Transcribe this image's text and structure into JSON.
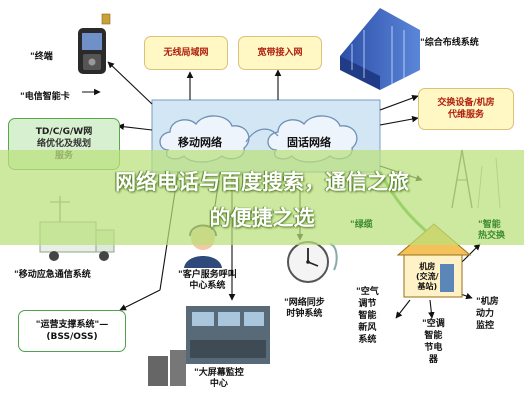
{
  "labels": {
    "terminal": "终端",
    "telecom_card": "电信智能卡",
    "wlan": "无线局域网",
    "broadband": "宽带接入网",
    "cabling": "综合布线系统",
    "mobile_net": "移动网络",
    "fixed_net": "固话网络",
    "tdcdma_l1": "TD/C/G/W网",
    "tdcdma_l2": "络优化及规划",
    "tdcdma_l3": "服务",
    "exchange_l1": "交换设备/机房",
    "exchange_l2": "代维服务",
    "green_cable": "绿缆",
    "smart_heat_l1": "智能",
    "smart_heat_l2": "热交换",
    "mobile_emergency": "移动应急通信系统",
    "call_center_l1": "客户服务呼叫",
    "call_center_l2": "中心系统",
    "clock_sync_l1": "网络同步",
    "clock_sync_l2": "时钟系统",
    "house_l1": "机房",
    "house_l2": "(交流/",
    "house_l3": "基站)",
    "air_fresh_l1": "空气",
    "air_fresh_l2": "调节",
    "air_fresh_l3": "智能",
    "air_fresh_l4": "新风",
    "air_fresh_l5": "系统",
    "ac_l1": "空调",
    "ac_l2": "智能",
    "ac_l3": "节电",
    "ac_l4": "器",
    "power_l1": "机房",
    "power_l2": "动力",
    "power_l3": "监控",
    "bss_l1": "运营支撑系统\"—",
    "bss_l2": "(BSS/OSS)",
    "screen_l1": "大屏幕監控",
    "screen_l2": "中心"
  },
  "overlay": {
    "line1": "网络电话与百度搜索，通信之旅",
    "line2": "的便捷之选"
  },
  "colors": {
    "box_border_yellow": "#d9c27a",
    "box_text_red": "#b0210f",
    "cloud_fill": "#e8f1fa",
    "cloud_stroke": "#6f8fb6",
    "core_fill": "#d2e6f3",
    "band_green": "#bae07c",
    "arrow": "#111111"
  },
  "icons": [
    "mobile-phone-icon",
    "building-icon",
    "antenna-tower-icon",
    "emergency-truck-icon",
    "call-center-agent-icon",
    "clock-icon",
    "house-icon",
    "control-room-icon",
    "server-cabinet-icon"
  ]
}
